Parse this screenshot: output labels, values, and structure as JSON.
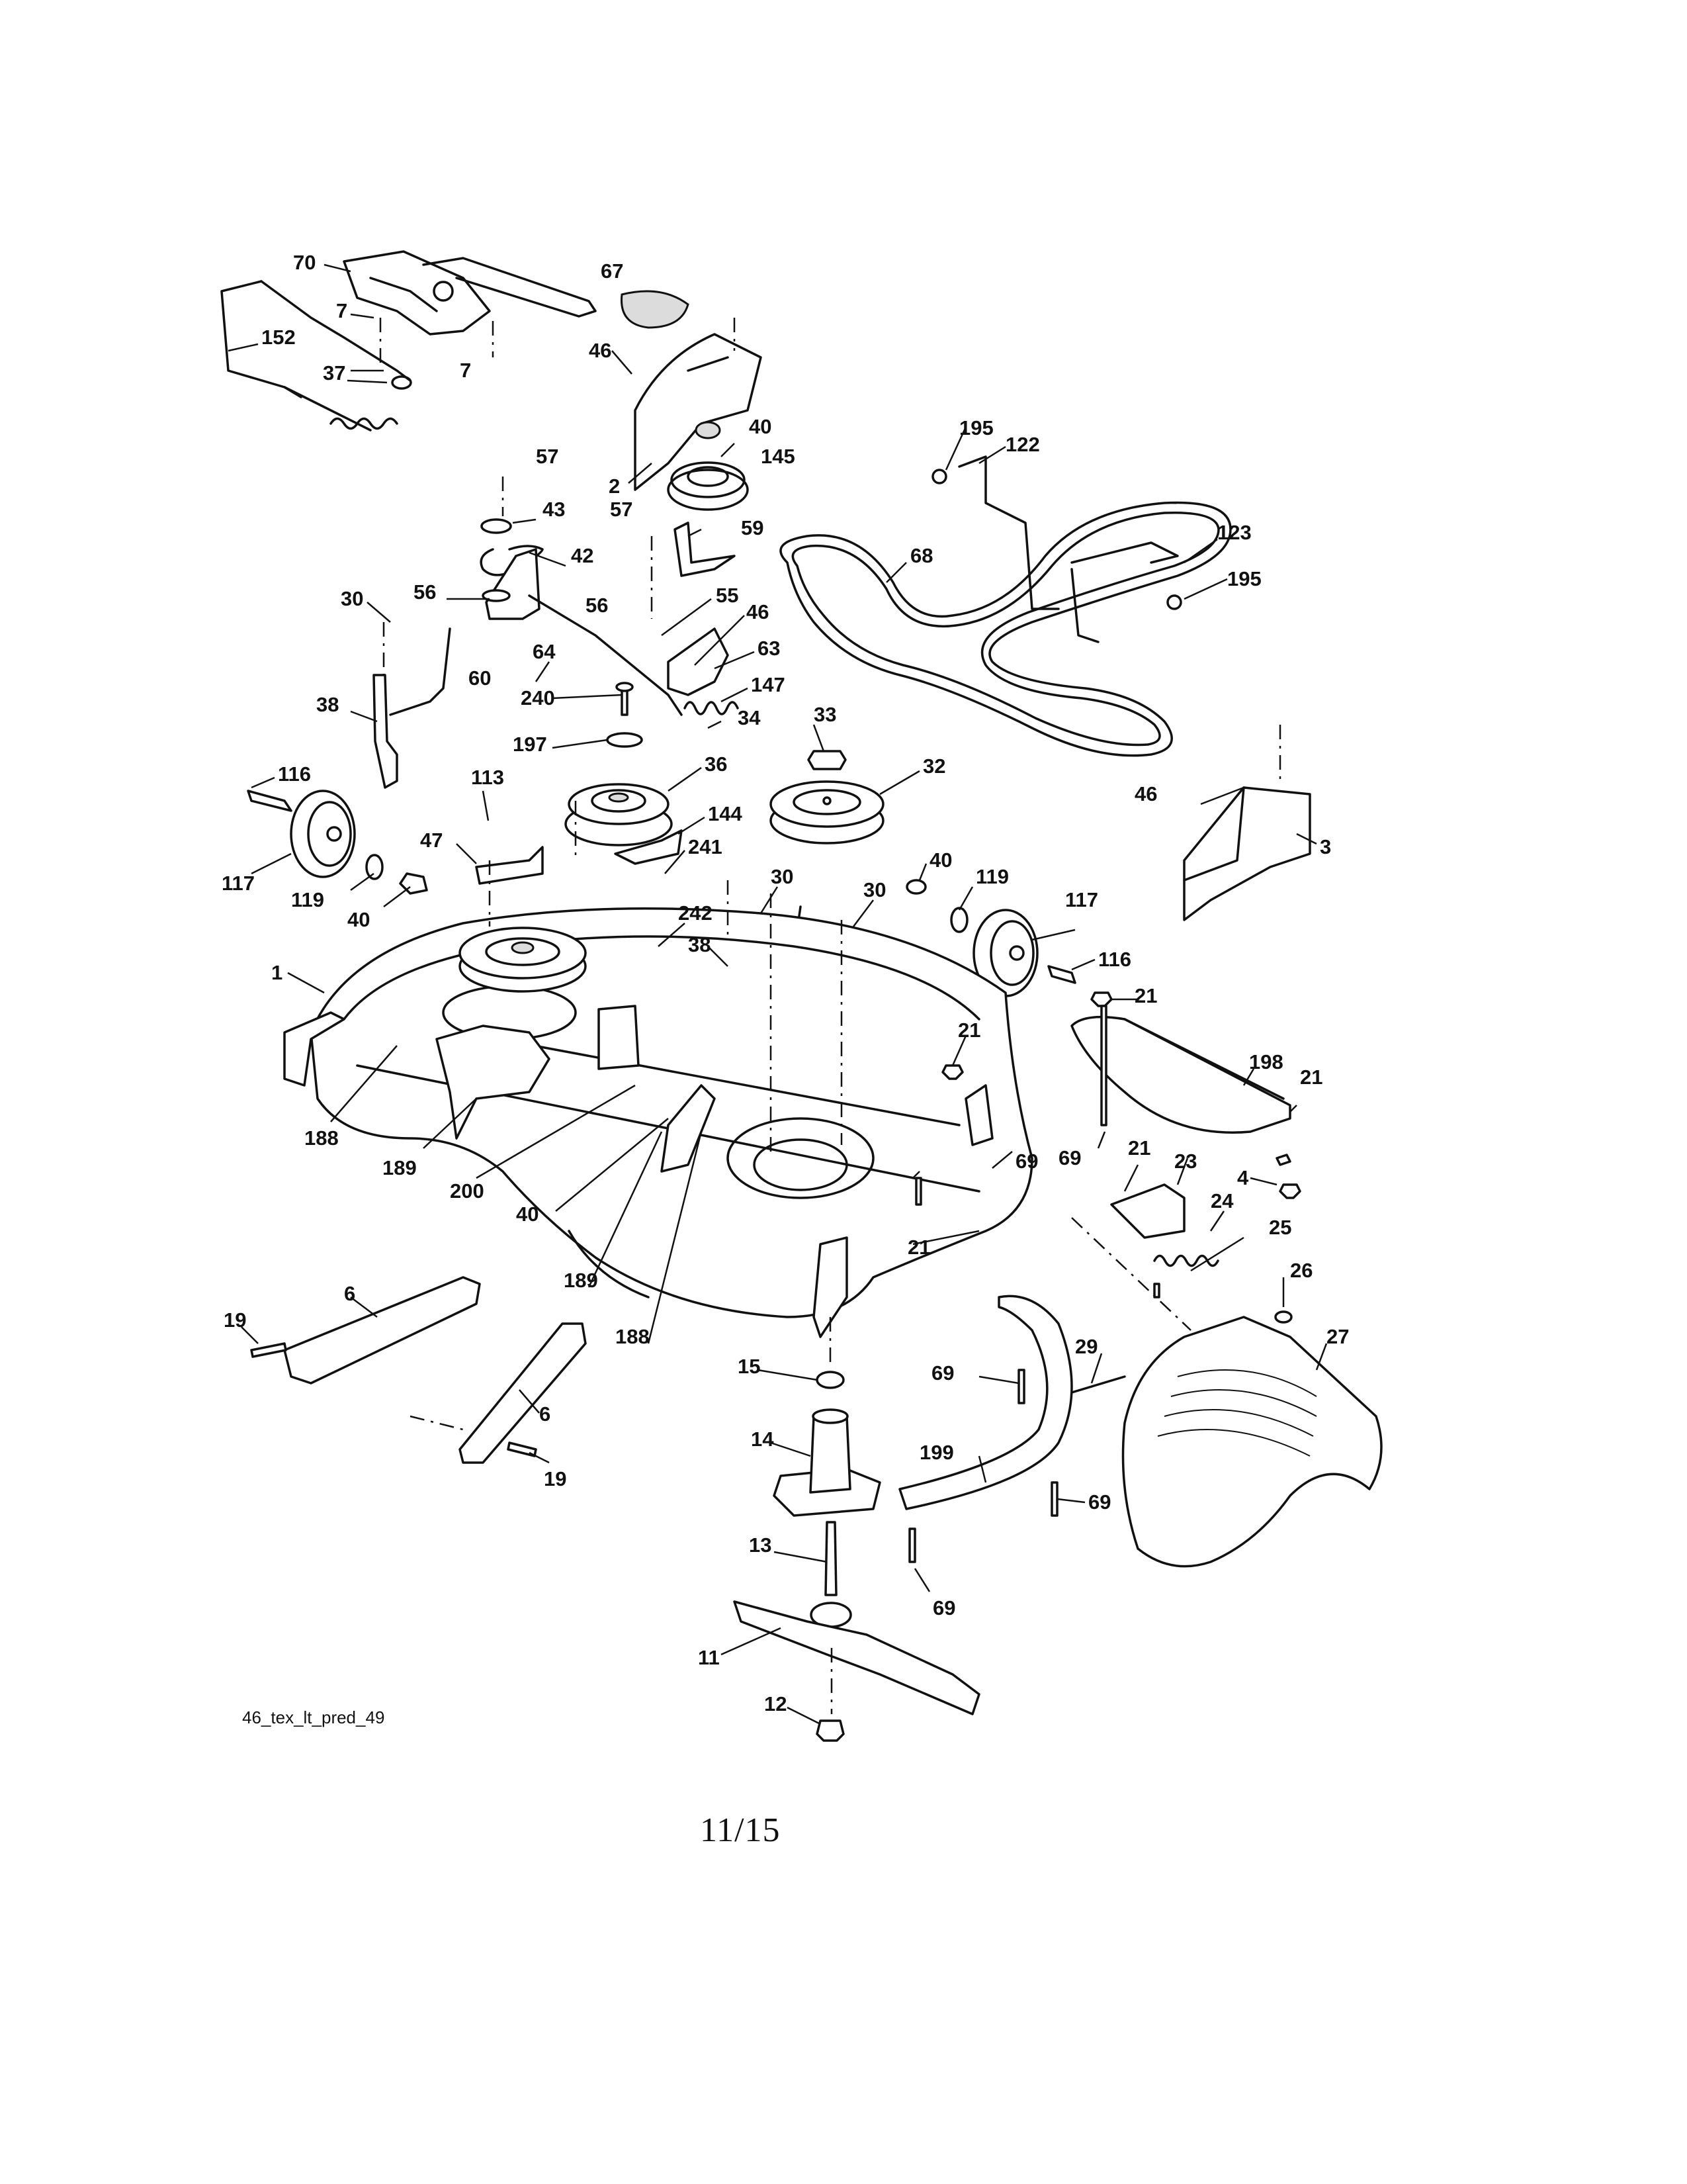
{
  "diagram": {
    "reference_code": "46_tex_lt_pred_49",
    "page_number": "11/15",
    "callouts": [
      {
        "id": "c70",
        "label": "70"
      },
      {
        "id": "c67",
        "label": "67"
      },
      {
        "id": "c7a",
        "label": "7"
      },
      {
        "id": "c152",
        "label": "152"
      },
      {
        "id": "c7b",
        "label": "7"
      },
      {
        "id": "c37",
        "label": "37"
      },
      {
        "id": "c46a",
        "label": "46"
      },
      {
        "id": "c40a",
        "label": "40"
      },
      {
        "id": "c145",
        "label": "145"
      },
      {
        "id": "c2",
        "label": "2"
      },
      {
        "id": "c195a",
        "label": "195"
      },
      {
        "id": "c122",
        "label": "122"
      },
      {
        "id": "c57a",
        "label": "57"
      },
      {
        "id": "c43",
        "label": "43"
      },
      {
        "id": "c42",
        "label": "42"
      },
      {
        "id": "c57b",
        "label": "57"
      },
      {
        "id": "c59",
        "label": "59"
      },
      {
        "id": "c123",
        "label": "123"
      },
      {
        "id": "c68",
        "label": "68"
      },
      {
        "id": "c195b",
        "label": "195"
      },
      {
        "id": "c30a",
        "label": "30"
      },
      {
        "id": "c56a",
        "label": "56"
      },
      {
        "id": "c56b",
        "label": "56"
      },
      {
        "id": "c55",
        "label": "55"
      },
      {
        "id": "c46b",
        "label": "46"
      },
      {
        "id": "c60",
        "label": "60"
      },
      {
        "id": "c64",
        "label": "64"
      },
      {
        "id": "c63",
        "label": "63"
      },
      {
        "id": "c38a",
        "label": "38"
      },
      {
        "id": "c240",
        "label": "240"
      },
      {
        "id": "c147",
        "label": "147"
      },
      {
        "id": "c34",
        "label": "34"
      },
      {
        "id": "c33",
        "label": "33"
      },
      {
        "id": "c197",
        "label": "197"
      },
      {
        "id": "c36",
        "label": "36"
      },
      {
        "id": "c32",
        "label": "32"
      },
      {
        "id": "c46c",
        "label": "46"
      },
      {
        "id": "c3",
        "label": "3"
      },
      {
        "id": "c116a",
        "label": "116"
      },
      {
        "id": "c113",
        "label": "113"
      },
      {
        "id": "c144",
        "label": "144"
      },
      {
        "id": "c47",
        "label": "47"
      },
      {
        "id": "c241",
        "label": "241"
      },
      {
        "id": "c30b",
        "label": "30"
      },
      {
        "id": "c40b",
        "label": "40"
      },
      {
        "id": "c119a",
        "label": "119"
      },
      {
        "id": "c117a",
        "label": "117"
      },
      {
        "id": "c119b",
        "label": "119"
      },
      {
        "id": "c40c",
        "label": "40"
      },
      {
        "id": "c242",
        "label": "242"
      },
      {
        "id": "c30c",
        "label": "30"
      },
      {
        "id": "c117b",
        "label": "117"
      },
      {
        "id": "c116b",
        "label": "116"
      },
      {
        "id": "c38b",
        "label": "38"
      },
      {
        "id": "c1",
        "label": "1"
      },
      {
        "id": "c21a",
        "label": "21"
      },
      {
        "id": "c21b",
        "label": "21"
      },
      {
        "id": "c198",
        "label": "198"
      },
      {
        "id": "c21c",
        "label": "21"
      },
      {
        "id": "c188a",
        "label": "188"
      },
      {
        "id": "c69a",
        "label": "69"
      },
      {
        "id": "c189a",
        "label": "189"
      },
      {
        "id": "c200",
        "label": "200"
      },
      {
        "id": "c21d",
        "label": "21"
      },
      {
        "id": "c23",
        "label": "23"
      },
      {
        "id": "c4",
        "label": "4"
      },
      {
        "id": "c69b",
        "label": "69"
      },
      {
        "id": "c40d",
        "label": "40"
      },
      {
        "id": "c24",
        "label": "24"
      },
      {
        "id": "c21e",
        "label": "21"
      },
      {
        "id": "c25",
        "label": "25"
      },
      {
        "id": "c189b",
        "label": "189"
      },
      {
        "id": "c26",
        "label": "26"
      },
      {
        "id": "c188b",
        "label": "188"
      },
      {
        "id": "c6a",
        "label": "6"
      },
      {
        "id": "c19a",
        "label": "19"
      },
      {
        "id": "c27",
        "label": "27"
      },
      {
        "id": "c29",
        "label": "29"
      },
      {
        "id": "c15",
        "label": "15"
      },
      {
        "id": "c69c",
        "label": "69"
      },
      {
        "id": "c6b",
        "label": "6"
      },
      {
        "id": "c19b",
        "label": "19"
      },
      {
        "id": "c14",
        "label": "14"
      },
      {
        "id": "c199",
        "label": "199"
      },
      {
        "id": "c69d",
        "label": "69"
      },
      {
        "id": "c13",
        "label": "13"
      },
      {
        "id": "c69e",
        "label": "69"
      },
      {
        "id": "c11",
        "label": "11"
      },
      {
        "id": "c12",
        "label": "12"
      }
    ]
  }
}
